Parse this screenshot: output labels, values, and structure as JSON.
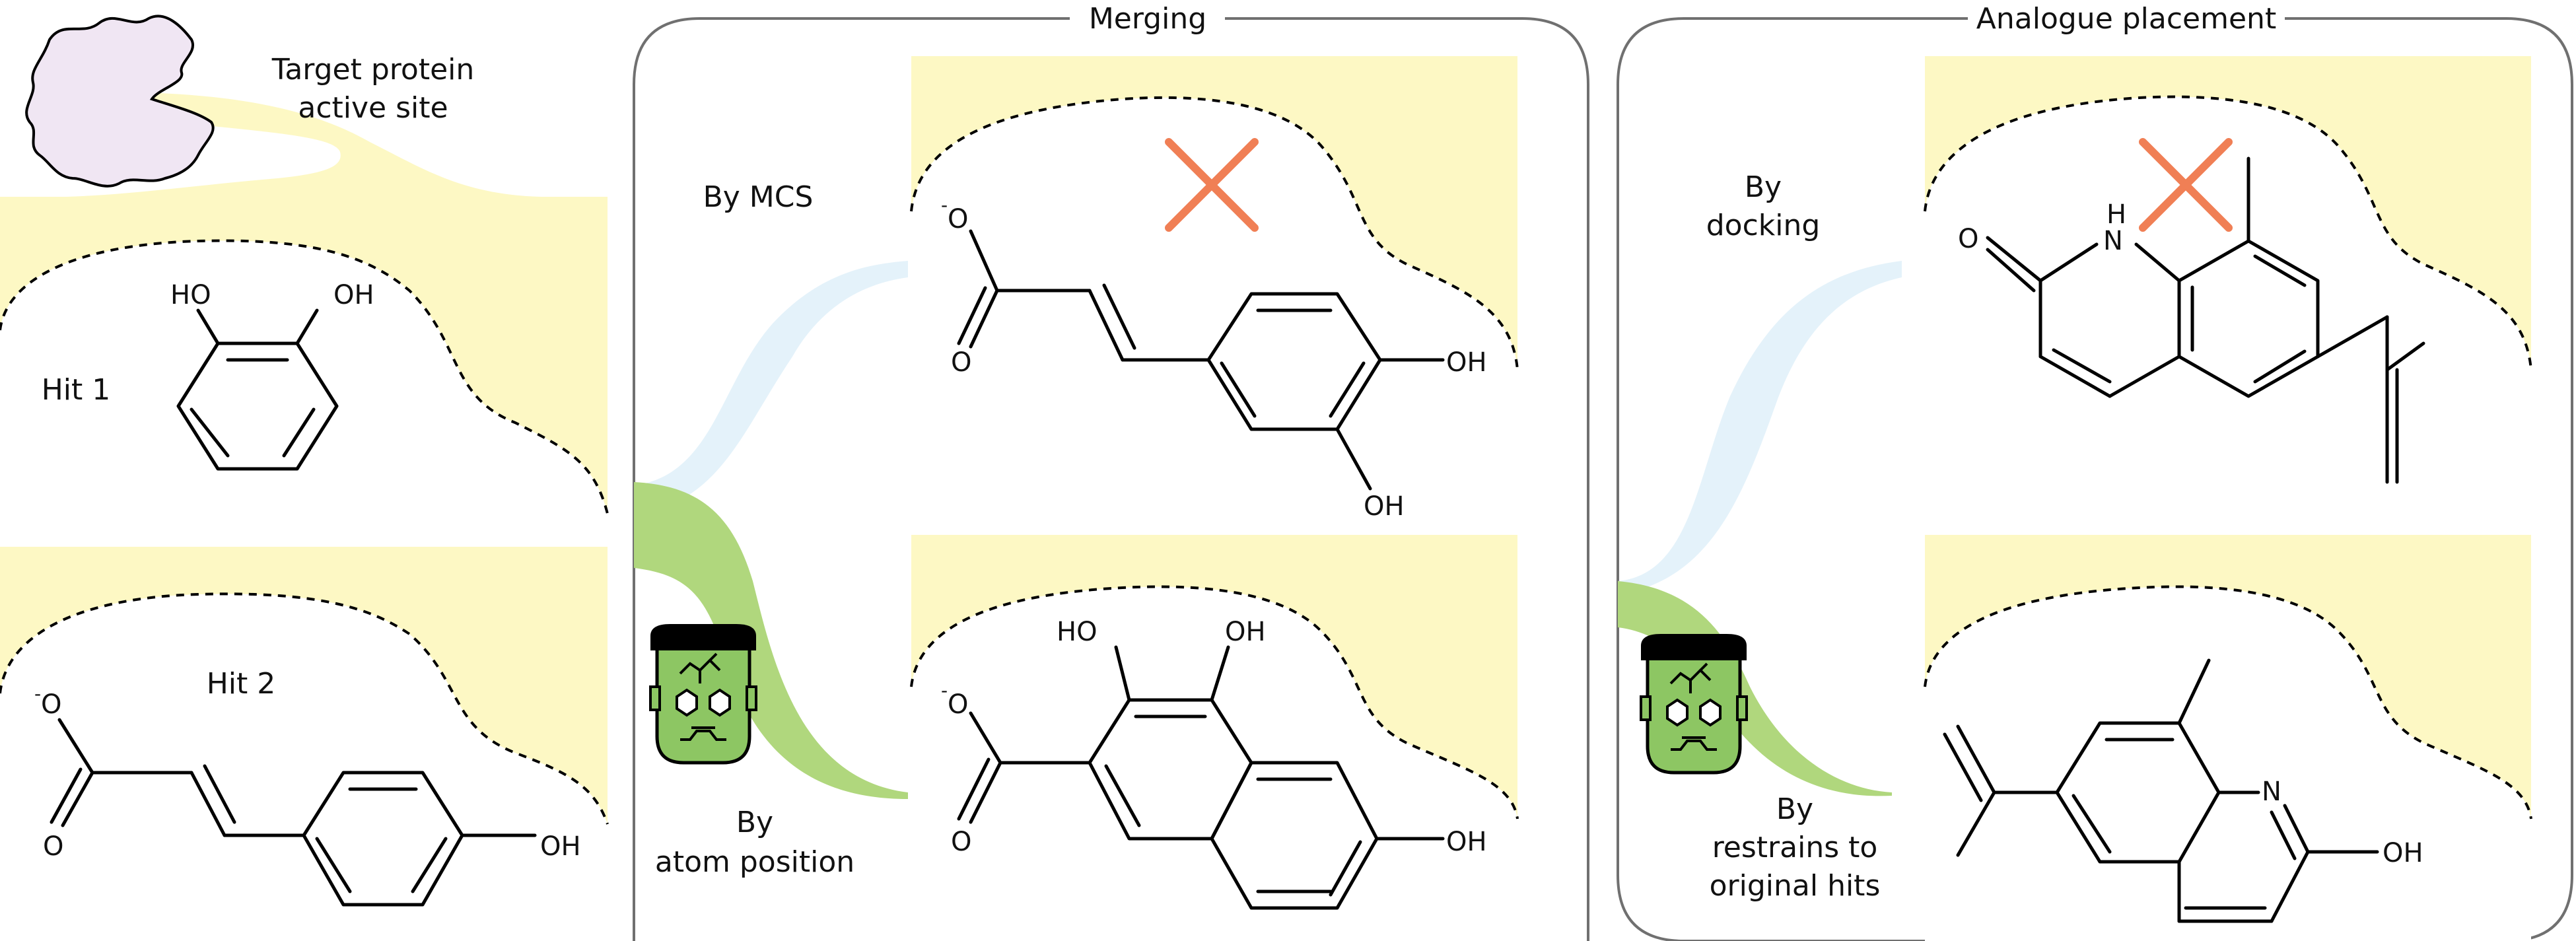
{
  "colors": {
    "pocket_fill": "#fdf8c4",
    "protein_fill": "#f0e6f3",
    "merge_ribbon": "#b0d77d",
    "mcs_ribbon": "#e4f2fa",
    "reject_cross": "#f07f55",
    "monster_face": "#8dc663",
    "panel_border": "#707070"
  },
  "left": {
    "protein_label_line1": "Target protein",
    "protein_label_line2": "active site",
    "hit1_label": "Hit 1",
    "hit2_label": "Hit 2",
    "hit1_atoms": {
      "oh_left": "HO",
      "oh_right": "OH"
    },
    "hit2_atoms": {
      "o_minus": "O",
      "charge": "-",
      "o_double": "O",
      "oh": "OH"
    }
  },
  "merging": {
    "title": "Merging",
    "mcs_label": "By MCS",
    "atom_label_line1": "By",
    "atom_label_line2": "atom position",
    "mcs_product_atoms": {
      "o_minus": "O",
      "charge": "-",
      "o_double": "O",
      "oh_right": "OH",
      "oh_bottom": "OH"
    },
    "atom_product_atoms": {
      "ho": "HO",
      "oh_top": "OH",
      "o_minus": "O",
      "charge": "-",
      "o_double": "O",
      "oh_right": "OH"
    },
    "mcs_result": "rejected",
    "monster_icon": "frankenstein-monster-icon"
  },
  "analogue": {
    "title": "Analogue placement",
    "docking_label_line1": "By",
    "docking_label_line2": "docking",
    "restrain_label_line1": "By",
    "restrain_label_line2": "restrains to",
    "restrain_label_line3": "original hits",
    "docking_product_atoms": {
      "o": "O",
      "nh_n": "N",
      "nh_h": "H"
    },
    "restrain_product_atoms": {
      "n": "N",
      "oh": "OH"
    },
    "docking_result": "rejected",
    "monster_icon": "frankenstein-monster-icon"
  }
}
